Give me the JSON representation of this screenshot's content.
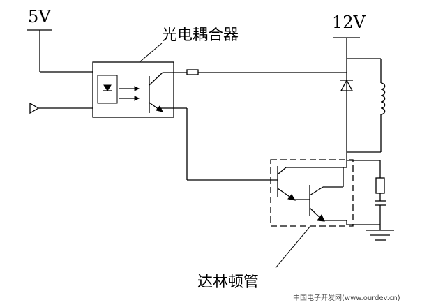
{
  "labels": {
    "v5": "5V",
    "v12": "12V",
    "optocoupler": "光电耦合器",
    "darlington": "达林顿管",
    "watermark": "中国电子开发网(www.ourdev.cn)"
  }
}
